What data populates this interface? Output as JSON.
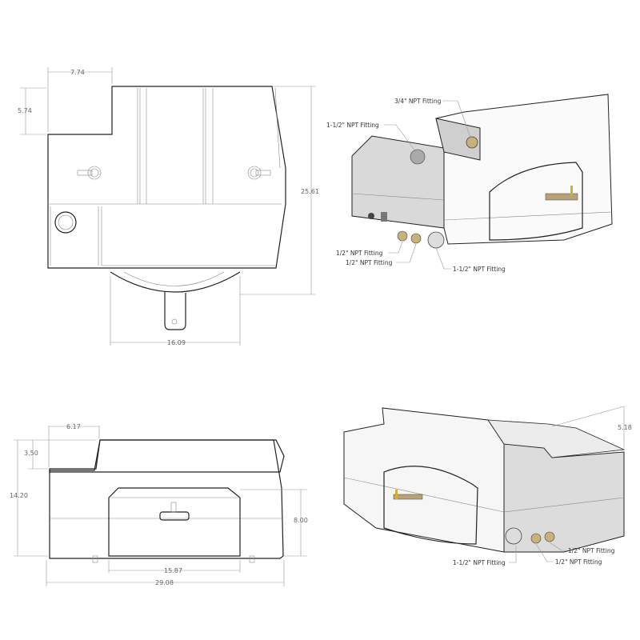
{
  "top_view": {
    "dims": {
      "notch_width": "7.74",
      "notch_depth": "5.74",
      "overall_depth": "25.61",
      "step_width": "16.09"
    }
  },
  "side_view": {
    "dims": {
      "notch_width": "6.17",
      "notch_height": "3.50",
      "overall_height": "14.20",
      "step_height": "8.00",
      "step_width": "15.87",
      "overall_length": "29.08"
    }
  },
  "iso_view_1": {
    "callouts": [
      "3/4\" NPT Fitting",
      "1-1/2\" NPT Fitting",
      "1/2\" NPT Fitting",
      "1/2\" NPT Fitting",
      "1-1/2\" NPT Fitting"
    ]
  },
  "iso_view_2": {
    "dims": {
      "height_offset": "5.18"
    },
    "callouts": [
      "1-1/2\" NPT Fitting",
      "1/2\" NPT Fitting",
      "1/2\" NPT Fitting"
    ]
  },
  "colors": {
    "line": "#222222",
    "dimension": "#999999",
    "shade": "#d9d9d9",
    "fitting": "#c9a227"
  }
}
